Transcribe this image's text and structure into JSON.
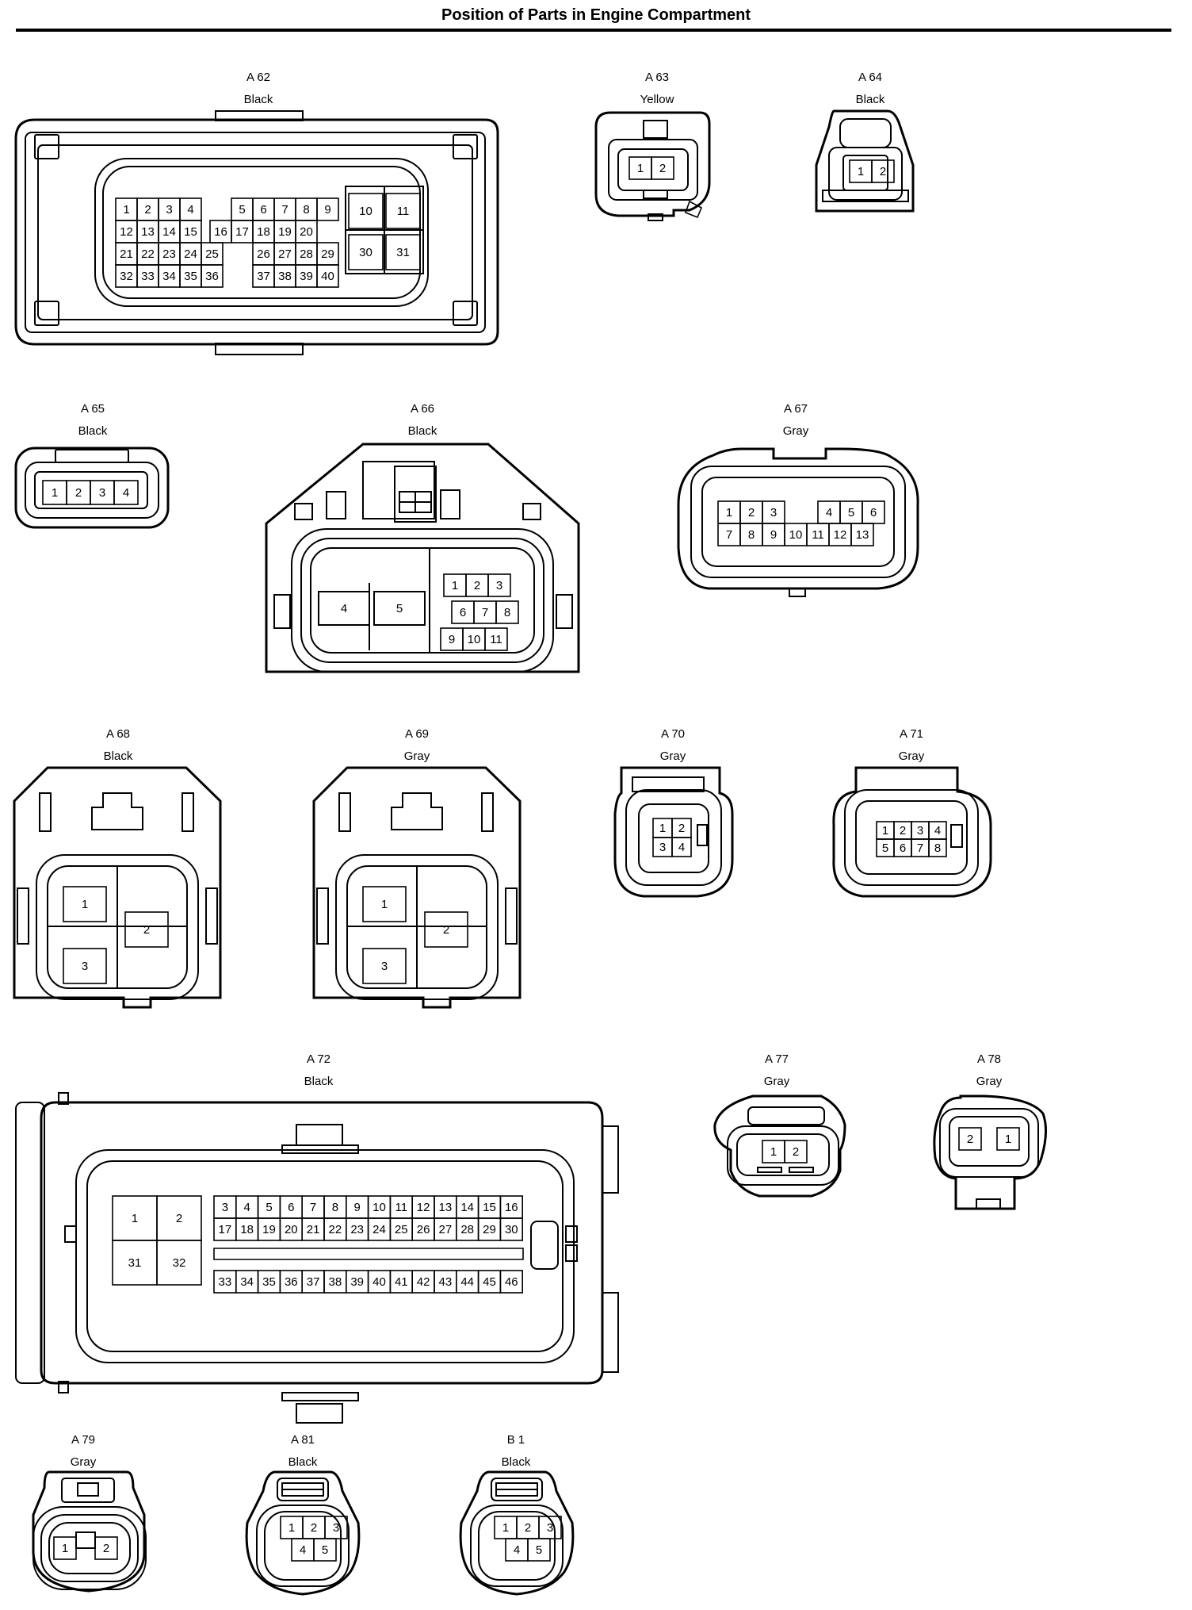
{
  "page": {
    "title": "Position of Parts in Engine Compartment"
  },
  "connectors": [
    {
      "id": "A 62",
      "color": "Black",
      "pins": [
        "1",
        "2",
        "3",
        "4",
        "5",
        "6",
        "7",
        "8",
        "9",
        "10",
        "11",
        "12",
        "13",
        "14",
        "15",
        "16",
        "17",
        "18",
        "19",
        "20",
        "21",
        "22",
        "23",
        "24",
        "25",
        "26",
        "27",
        "28",
        "29",
        "30",
        "31",
        "32",
        "33",
        "34",
        "35",
        "36",
        "37",
        "38",
        "39",
        "40"
      ]
    },
    {
      "id": "A 63",
      "color": "Yellow",
      "pins": [
        "1",
        "2"
      ]
    },
    {
      "id": "A 64",
      "color": "Black",
      "pins": [
        "1",
        "2"
      ]
    },
    {
      "id": "A 65",
      "color": "Black",
      "pins": [
        "1",
        "2",
        "3",
        "4"
      ]
    },
    {
      "id": "A 66",
      "color": "Black",
      "pins": [
        "1",
        "2",
        "3",
        "4",
        "5",
        "6",
        "7",
        "8",
        "9",
        "10",
        "11"
      ]
    },
    {
      "id": "A 67",
      "color": "Gray",
      "pins": [
        "1",
        "2",
        "3",
        "4",
        "5",
        "6",
        "7",
        "8",
        "9",
        "10",
        "11",
        "12",
        "13"
      ]
    },
    {
      "id": "A 68",
      "color": "Black",
      "pins": [
        "1",
        "2",
        "3"
      ]
    },
    {
      "id": "A 69",
      "color": "Gray",
      "pins": [
        "1",
        "2",
        "3"
      ]
    },
    {
      "id": "A 70",
      "color": "Gray",
      "pins": [
        "1",
        "2",
        "3",
        "4"
      ]
    },
    {
      "id": "A 71",
      "color": "Gray",
      "pins": [
        "1",
        "2",
        "3",
        "4",
        "5",
        "6",
        "7",
        "8"
      ]
    },
    {
      "id": "A 72",
      "color": "Black",
      "pins": [
        "1",
        "2",
        "3",
        "4",
        "5",
        "6",
        "7",
        "8",
        "9",
        "10",
        "11",
        "12",
        "13",
        "14",
        "15",
        "16",
        "17",
        "18",
        "19",
        "20",
        "21",
        "22",
        "23",
        "24",
        "25",
        "26",
        "27",
        "28",
        "29",
        "30",
        "31",
        "32",
        "33",
        "34",
        "35",
        "36",
        "37",
        "38",
        "39",
        "40",
        "41",
        "42",
        "43",
        "44",
        "45",
        "46"
      ]
    },
    {
      "id": "A 77",
      "color": "Gray",
      "pins": [
        "1",
        "2"
      ]
    },
    {
      "id": "A 78",
      "color": "Gray",
      "pins": [
        "2",
        "1"
      ]
    },
    {
      "id": "A 79",
      "color": "Gray",
      "pins": [
        "1",
        "2"
      ]
    },
    {
      "id": "A 81",
      "color": "Black",
      "pins": [
        "1",
        "2",
        "3",
        "4",
        "5"
      ]
    },
    {
      "id": "B 1",
      "color": "Black",
      "pins": [
        "1",
        "2",
        "3",
        "4",
        "5"
      ]
    }
  ]
}
